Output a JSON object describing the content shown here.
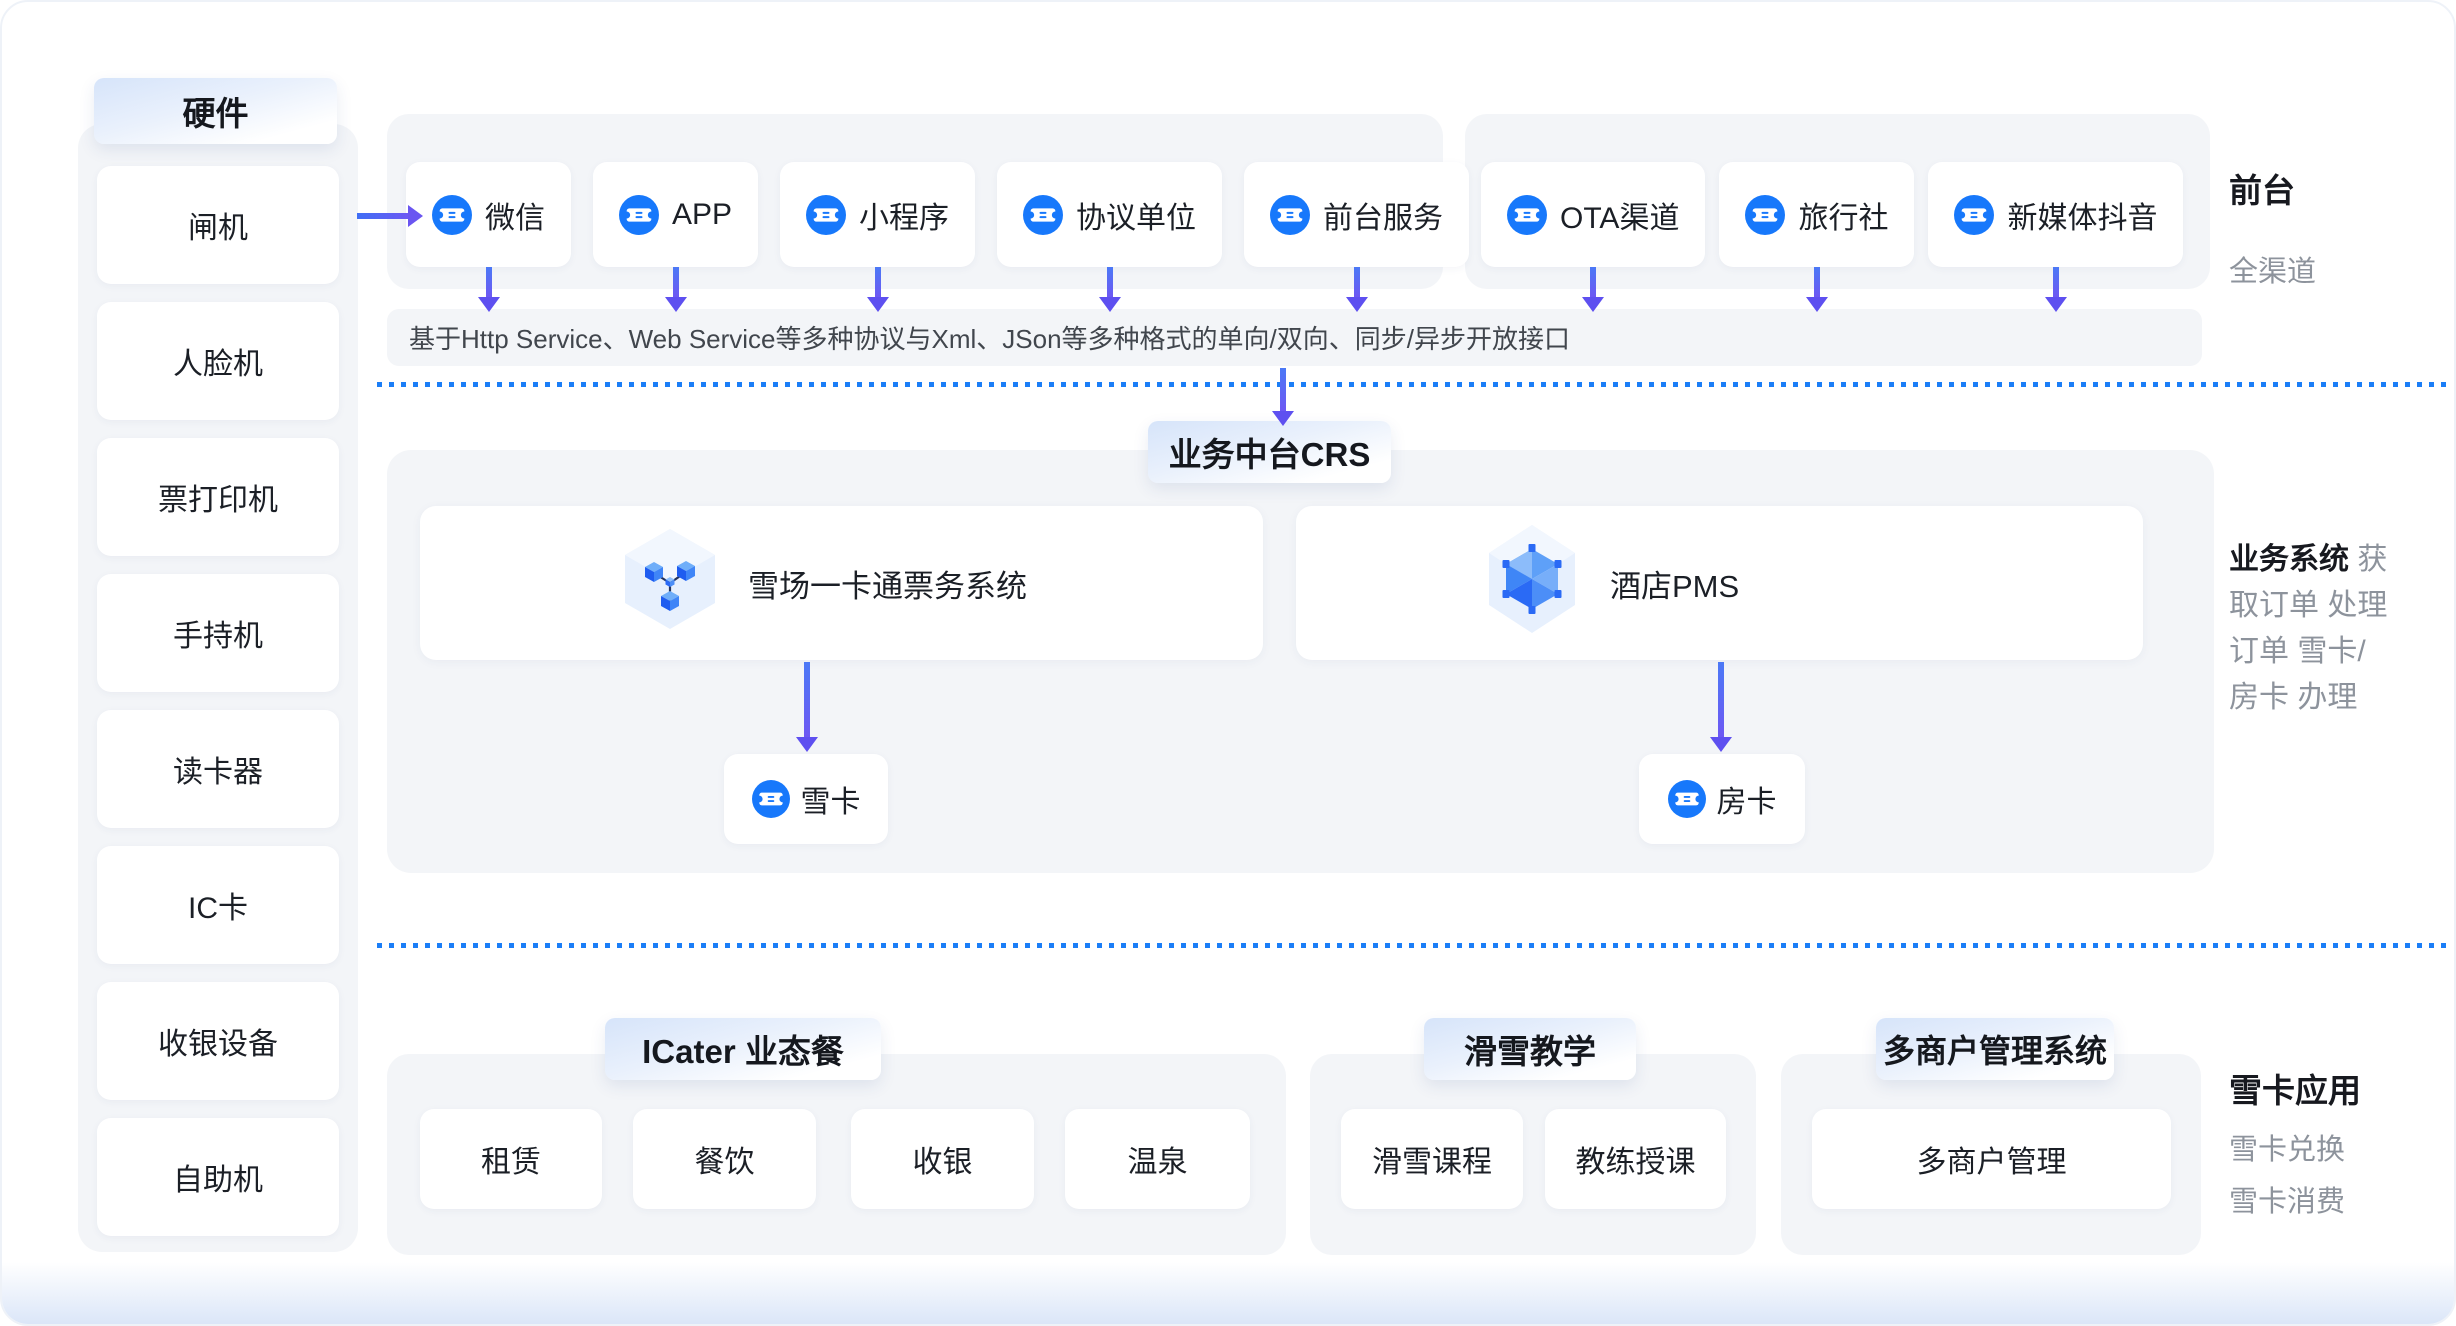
{
  "sidebar": {
    "title": "硬件",
    "items": [
      "闸机",
      "人脸机",
      "票打印机",
      "手持机",
      "读卡器",
      "IC卡",
      "收银设备",
      "自助机"
    ]
  },
  "frontend": {
    "channels_primary": [
      "微信",
      "APP",
      "小程序",
      "协议单位",
      "前台服务"
    ],
    "channels_secondary": [
      "OTA渠道",
      "旅行社",
      "新媒体抖音"
    ],
    "label_title": "前台",
    "label_subtitle": "全渠道",
    "api_bar": "基于Http Service、Web Service等多种协议与Xml、JSon等多种格式的单向/双向、同步/异步开放接口"
  },
  "middle": {
    "title": "业务中台CRS",
    "system1": "雪场一卡通票务系统",
    "system2": "酒店PMS",
    "card1": "雪卡",
    "card2": "房卡",
    "label_title": "业务系统",
    "label_desc": "获取订单 处理订单 雪卡/房卡 办理"
  },
  "bottom": {
    "group1": {
      "title": "ICater 业态餐",
      "items": [
        "租赁",
        "餐饮",
        "收银",
        "温泉"
      ]
    },
    "group2": {
      "title": "滑雪教学",
      "items": [
        "滑雪课程",
        "教练授课"
      ]
    },
    "group3": {
      "title": "多商户管理系统",
      "items": [
        "多商户管理"
      ]
    },
    "label_title": "雪卡应用",
    "label_lines": [
      "雪卡兑换",
      "雪卡消费"
    ]
  },
  "colors": {
    "accent_blue": "#1778fb",
    "arrow_blue": "#4b79f6",
    "arrow_purple": "#6d58f3",
    "dotted_line": "#1b7ef7",
    "panel_gray": "#f3f5f8",
    "text_dark": "#1b1f26",
    "text_gray": "#8d939c"
  },
  "icons": {
    "channel": "ticket-icon",
    "system1": "cube-network-icon",
    "system2": "gem-icon"
  }
}
